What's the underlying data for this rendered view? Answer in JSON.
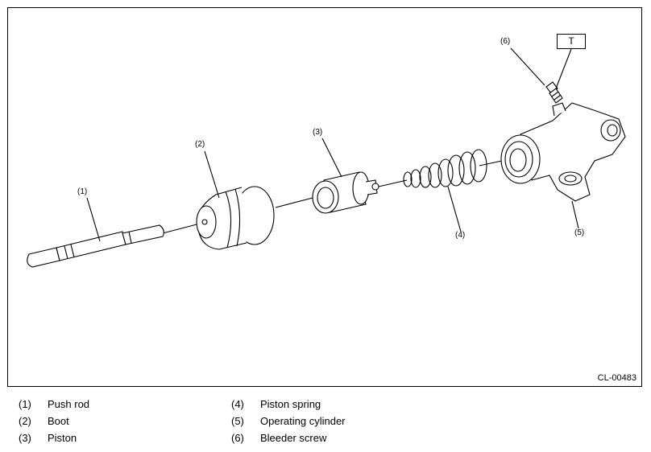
{
  "figure": {
    "callouts": [
      "(1)",
      "(2)",
      "(3)",
      "(4)",
      "(5)",
      "(6)"
    ],
    "torque_box": "T",
    "figure_code": "CL-00483"
  },
  "legend": [
    {
      "num": "(1)",
      "label": "Push rod"
    },
    {
      "num": "(2)",
      "label": "Boot"
    },
    {
      "num": "(3)",
      "label": "Piston"
    },
    {
      "num": "(4)",
      "label": "Piston spring"
    },
    {
      "num": "(5)",
      "label": "Operating cylinder"
    },
    {
      "num": "(6)",
      "label": "Bleeder screw"
    }
  ]
}
